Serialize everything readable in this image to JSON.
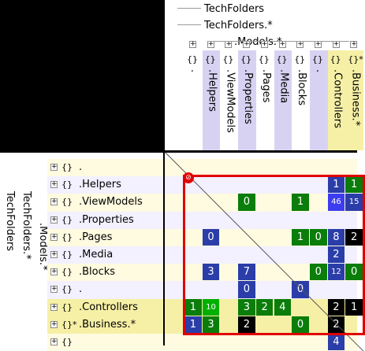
{
  "tree": {
    "root_label": "TechFolders",
    "business_label": "TechFolders.*",
    "models_label": ".Models.*",
    "brace_icon_text": "{}",
    "brace_star_icon_text": "{}*"
  },
  "columns": [
    {
      "label": ".",
      "icon": "{}"
    },
    {
      "label": ".Helpers",
      "icon": "{}"
    },
    {
      "label": ".ViewModels",
      "icon": "{}"
    },
    {
      "label": ".Properties",
      "icon": "{}"
    },
    {
      "label": ".Pages",
      "icon": "{}"
    },
    {
      "label": ".Media",
      "icon": "{}"
    },
    {
      "label": ".Blocks",
      "icon": "{}"
    },
    {
      "label": ".",
      "icon": "{}"
    },
    {
      "label": ".Controllers",
      "icon": "{}"
    },
    {
      "label": ".Business.*",
      "icon": "{}*"
    }
  ],
  "rows": [
    {
      "label": ".",
      "icon": "{}"
    },
    {
      "label": ".Helpers",
      "icon": "{}"
    },
    {
      "label": ".ViewModels",
      "icon": "{}"
    },
    {
      "label": ".Properties",
      "icon": "{}"
    },
    {
      "label": ".Pages",
      "icon": "{}"
    },
    {
      "label": ".Media",
      "icon": "{}"
    },
    {
      "label": ".Blocks",
      "icon": "{}"
    },
    {
      "label": ".",
      "icon": "{}"
    },
    {
      "label": ".Controllers",
      "icon": "{}"
    },
    {
      "label": ".Business.*",
      "icon": "{}*"
    },
    {
      "label": "",
      "icon": "{}"
    }
  ],
  "colors": {
    "green": "#0a7d0a",
    "bright_green": "#00b000",
    "blue": "#2b3da8",
    "bright_blue": "#3c3cf0",
    "black": "#000000",
    "highlight_red": "#e00000",
    "row_bg_a": "#fffbe0",
    "row_bg_b": "#f3f0ff",
    "yellow_band": "#f6f0a6",
    "purple_band": "#d8d2f2"
  },
  "cells": [
    {
      "r": 1,
      "c": 8,
      "v": "1",
      "col": "blue"
    },
    {
      "r": 1,
      "c": 9,
      "v": "1",
      "col": "green"
    },
    {
      "r": 2,
      "c": 3,
      "v": "0",
      "col": "green"
    },
    {
      "r": 2,
      "c": 6,
      "v": "1",
      "col": "green"
    },
    {
      "r": 2,
      "c": 8,
      "v": "46",
      "col": "bright_blue"
    },
    {
      "r": 2,
      "c": 9,
      "v": "15",
      "col": "blue"
    },
    {
      "r": 4,
      "c": 1,
      "v": "0",
      "col": "blue"
    },
    {
      "r": 4,
      "c": 6,
      "v": "1",
      "col": "green"
    },
    {
      "r": 4,
      "c": 7,
      "v": "0",
      "col": "green"
    },
    {
      "r": 4,
      "c": 8,
      "v": "8",
      "col": "blue"
    },
    {
      "r": 4,
      "c": 9,
      "v": "2",
      "col": "black"
    },
    {
      "r": 5,
      "c": 8,
      "v": "2",
      "col": "blue"
    },
    {
      "r": 6,
      "c": 1,
      "v": "3",
      "col": "blue"
    },
    {
      "r": 6,
      "c": 3,
      "v": "7",
      "col": "blue"
    },
    {
      "r": 6,
      "c": 7,
      "v": "0",
      "col": "green"
    },
    {
      "r": 6,
      "c": 8,
      "v": "12",
      "col": "blue"
    },
    {
      "r": 6,
      "c": 9,
      "v": "0",
      "col": "green"
    },
    {
      "r": 7,
      "c": 3,
      "v": "0",
      "col": "blue"
    },
    {
      "r": 7,
      "c": 6,
      "v": "0",
      "col": "blue"
    },
    {
      "r": 8,
      "c": 0,
      "v": "1",
      "col": "green"
    },
    {
      "r": 8,
      "c": 1,
      "v": "10",
      "col": "bright_green"
    },
    {
      "r": 8,
      "c": 3,
      "v": "3",
      "col": "green"
    },
    {
      "r": 8,
      "c": 4,
      "v": "2",
      "col": "green"
    },
    {
      "r": 8,
      "c": 5,
      "v": "4",
      "col": "green"
    },
    {
      "r": 8,
      "c": 8,
      "v": "2",
      "col": "black"
    },
    {
      "r": 8,
      "c": 9,
      "v": "1",
      "col": "black"
    },
    {
      "r": 9,
      "c": 0,
      "v": "1",
      "col": "blue"
    },
    {
      "r": 9,
      "c": 1,
      "v": "3",
      "col": "green"
    },
    {
      "r": 9,
      "c": 3,
      "v": "2",
      "col": "black"
    },
    {
      "r": 9,
      "c": 6,
      "v": "0",
      "col": "green"
    },
    {
      "r": 9,
      "c": 8,
      "v": "2",
      "col": "black"
    },
    {
      "r": 10,
      "c": 8,
      "v": "4",
      "col": "blue"
    }
  ]
}
